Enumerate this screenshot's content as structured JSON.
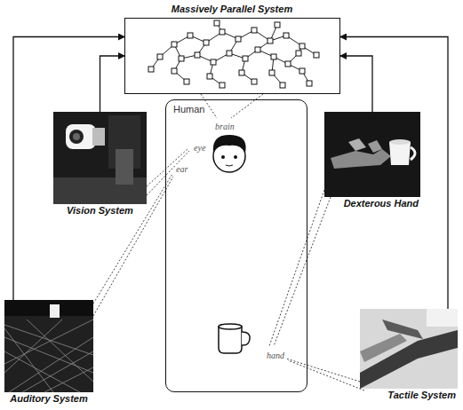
{
  "diagram": {
    "nodes": [
      {
        "text": [
          "Massively Parallel System"
        ]
      },
      {
        "text": [
          "Human",
          "brain",
          "eye",
          "ear",
          "hand"
        ]
      },
      {
        "text": [
          "Vision System"
        ]
      },
      {
        "text": [
          "Dexterous Hand"
        ]
      },
      {
        "text": [
          "Auditory System"
        ]
      },
      {
        "text": [
          "Tactile System"
        ]
      }
    ],
    "edges": [
      {
        "from": 2,
        "to": 0,
        "arrow": "to"
      },
      {
        "from": 4,
        "to": 0,
        "arrow": "to"
      },
      {
        "from": 3,
        "to": 0,
        "arrow": "to"
      },
      {
        "from": 5,
        "to": 0,
        "arrow": "to"
      }
    ]
  }
}
